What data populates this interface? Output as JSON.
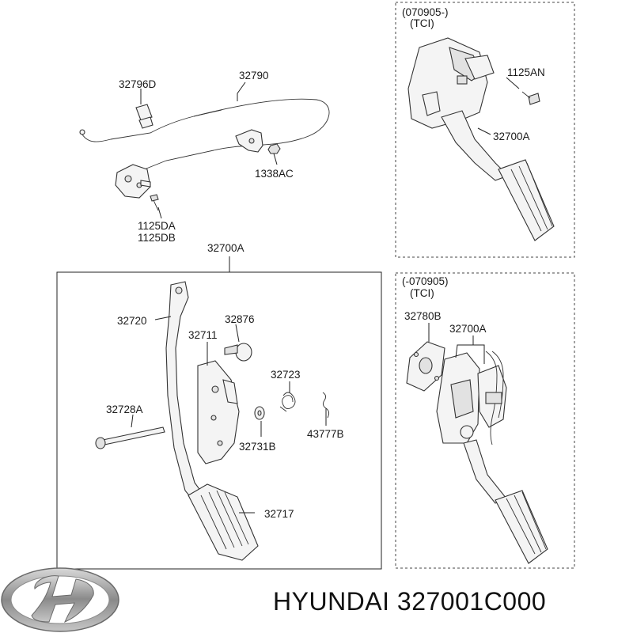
{
  "labels": {
    "p32796D": "32796D",
    "p32790": "32790",
    "p1338AC": "1338AC",
    "p1125DA": "1125DA",
    "p1125DB": "1125DB",
    "p32700A_main": "32700A",
    "p32720": "32720",
    "p32876": "32876",
    "p32711": "32711",
    "p32723": "32723",
    "p32728A": "32728A",
    "p32731B": "32731B",
    "p43777B": "43777B",
    "p32717": "32717",
    "tr_date": "(070905-)",
    "tr_tci": "(TCI)",
    "tr_1125AN": "1125AN",
    "tr_32700A": "32700A",
    "br_date": "(-070905)",
    "br_tci": "(TCI)",
    "br_32780B": "32780B",
    "br_32700A": "32700A"
  },
  "footer": {
    "brand_text": "HYUNDAI 327001C000"
  },
  "colors": {
    "line": "#222222",
    "part_fill": "#f4f4f4",
    "logo_silver": "#9a9a9a"
  },
  "icons": {
    "logo": "hyundai-logo-icon"
  }
}
